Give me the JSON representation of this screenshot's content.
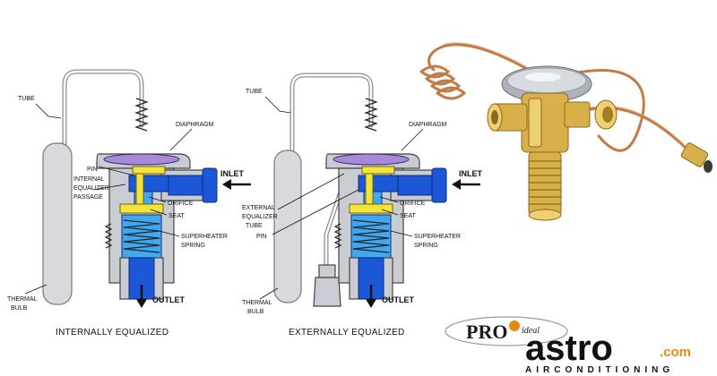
{
  "left_diagram": {
    "caption": "INTERNALLY EQUALIZED",
    "labels": {
      "tube": "TUBE",
      "diaphragm": "DIAPHRAGM",
      "pin": "PIN",
      "inlet": "INLET",
      "internal_equalizer_1": "INTERNAL",
      "internal_equalizer_2": "EQUALIZER",
      "internal_equalizer_3": "PASSAGE",
      "orifice": "ORIFICE",
      "seat": "SEAT",
      "superheater_1": "SUPERHEATER",
      "superheater_2": "SPRING",
      "outlet": "OUTLET",
      "thermal_1": "THERMAL",
      "thermal_2": "BULB"
    }
  },
  "right_diagram": {
    "caption": "EXTERNALLY EQUALIZED",
    "labels": {
      "tube": "TUBE",
      "diaphragm": "DIAPHRAGM",
      "inlet": "INLET",
      "external_equalizer_1": "EXTERNAL",
      "external_equalizer_2": "EQUALIZER",
      "external_equalizer_3": "TUBE",
      "pin": "PIN",
      "orifice": "ORIFICE",
      "seat": "SEAT",
      "superheater_1": "SUPERHEATER",
      "superheater_2": "SPRING",
      "outlet": "OUTLET",
      "thermal_1": "THERMAL",
      "thermal_2": "BULB"
    }
  },
  "logo": {
    "pro": "PRO",
    "ideal": "ideal",
    "astro": "astro",
    "com": ".com",
    "airconditioning": "AIRCONDITIONING"
  },
  "colors": {
    "valve_blue": "#1b57d6",
    "liquid_blue": "#3fa8f0",
    "pin_yellow": "#f2e43a",
    "diaphragm_purple": "#a987d9",
    "copper": "#c47a45",
    "brass": "#d8b04a",
    "logo_orange": "#e58a10"
  }
}
